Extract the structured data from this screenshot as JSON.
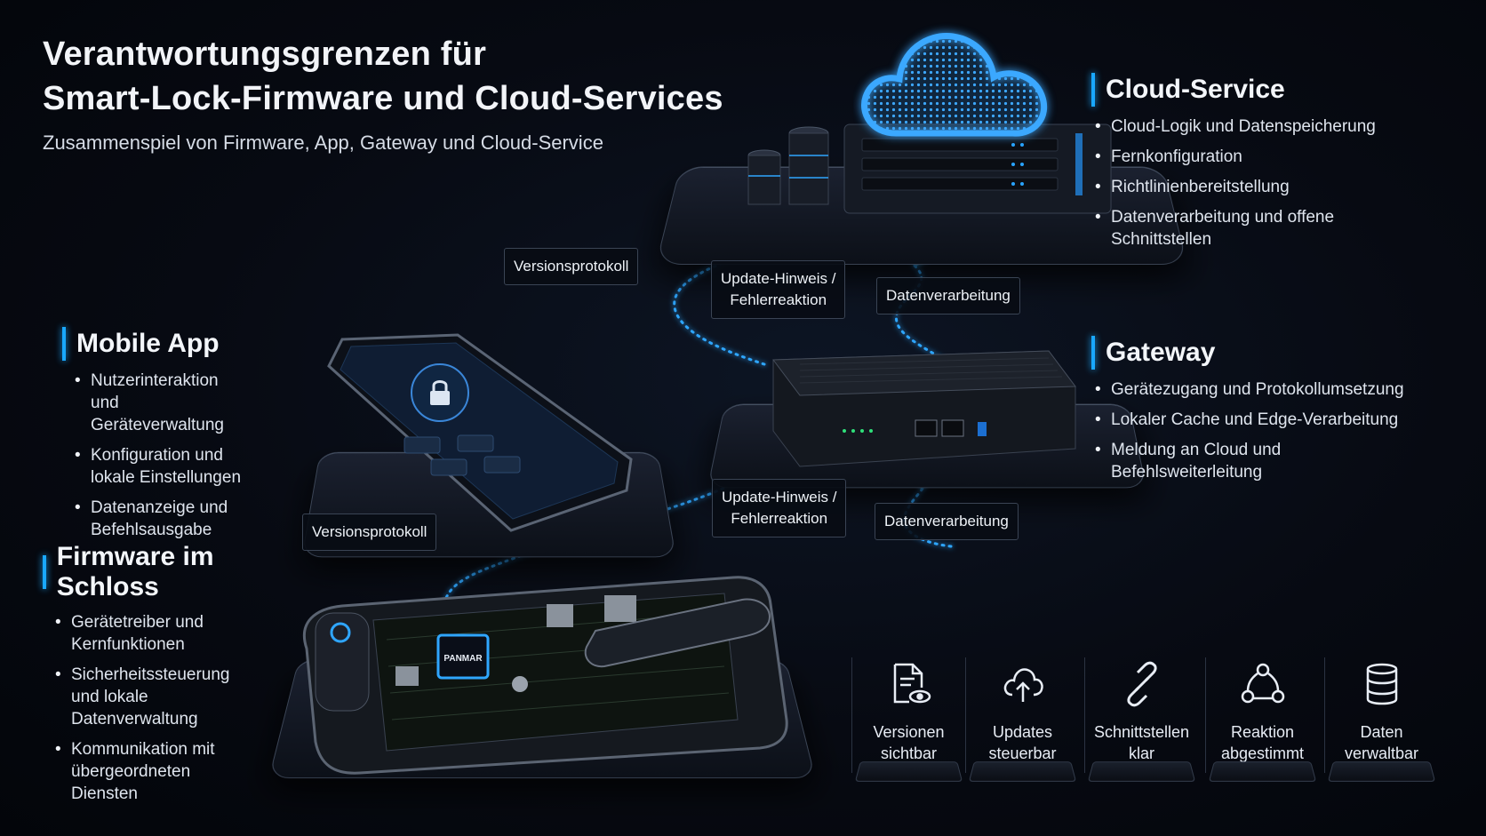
{
  "header": {
    "title_line1": "Verantwortungsgrenzen für",
    "title_line2": "Smart-Lock-Firmware und Cloud-Services",
    "subtitle": "Zusammenspiel von Firmware, App, Gateway und Cloud-Service"
  },
  "sections": {
    "cloud": {
      "title": "Cloud-Service",
      "items": [
        "Cloud-Logik und Datenspeicherung",
        "Fernkonfiguration",
        "Richtlinienbereitstellung",
        "Datenverarbeitung und offene Schnittstellen"
      ]
    },
    "gateway": {
      "title": "Gateway",
      "items": [
        "Gerätezugang und Protokollumsetzung",
        "Lokaler Cache und Edge-Verarbeitung",
        "Meldung an Cloud und Befehlsweiterleitung"
      ]
    },
    "app": {
      "title": "Mobile App",
      "items": [
        "Nutzerinteraktion und Geräteverwaltung",
        "Konfiguration und lokale Einstellungen",
        "Datenanzeige und Befehlsausgabe"
      ]
    },
    "firmware": {
      "title": "Firmware im Schloss",
      "items": [
        "Gerätetreiber und Kernfunktionen",
        "Sicherheitssteuerung und lokale Datenverwaltung",
        "Kommunikation mit übergeordneten Diensten"
      ]
    }
  },
  "connections": {
    "upper_version": "Versionsprotokoll",
    "upper_update_line1": "Update-Hinweis /",
    "upper_update_line2": "Fehlerreaktion",
    "upper_data": "Datenverarbeitung",
    "lower_version": "Versionsprotokoll",
    "lower_update_line1": "Update-Hinweis /",
    "lower_update_line2": "Fehlerreaktion",
    "lower_data": "Datenverarbeitung"
  },
  "devices": {
    "chip_label": "PANMAR"
  },
  "features": [
    {
      "line1": "Versionen",
      "line2": "sichtbar",
      "icon": "document-eye-icon"
    },
    {
      "line1": "Updates",
      "line2": "steuerbar",
      "icon": "cloud-upload-icon"
    },
    {
      "line1": "Schnittstellen",
      "line2": "klar",
      "icon": "link-icon"
    },
    {
      "line1": "Reaktion",
      "line2": "abgestimmt",
      "icon": "network-icon"
    },
    {
      "line1": "Daten",
      "line2": "verwaltbar",
      "icon": "database-icon"
    }
  ],
  "colors": {
    "accent": "#19a8ff",
    "background": "#070a12"
  }
}
